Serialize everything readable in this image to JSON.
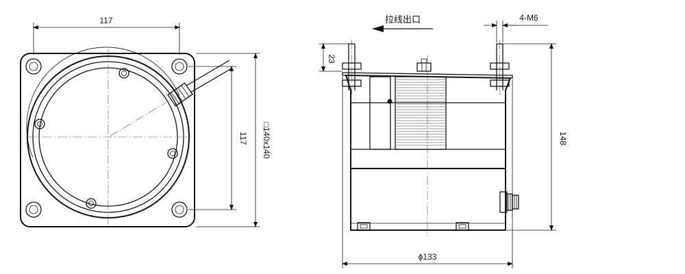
{
  "drawing": {
    "front_view": {
      "dim_top": "117",
      "dim_right": "117",
      "dim_square": "□140x140"
    },
    "side_view": {
      "cable_exit_label": "拉线出口",
      "bolt_label": "4-M6",
      "dim_bolt_height": "23",
      "dim_height": "148",
      "dim_diameter": "ϕ133"
    }
  }
}
